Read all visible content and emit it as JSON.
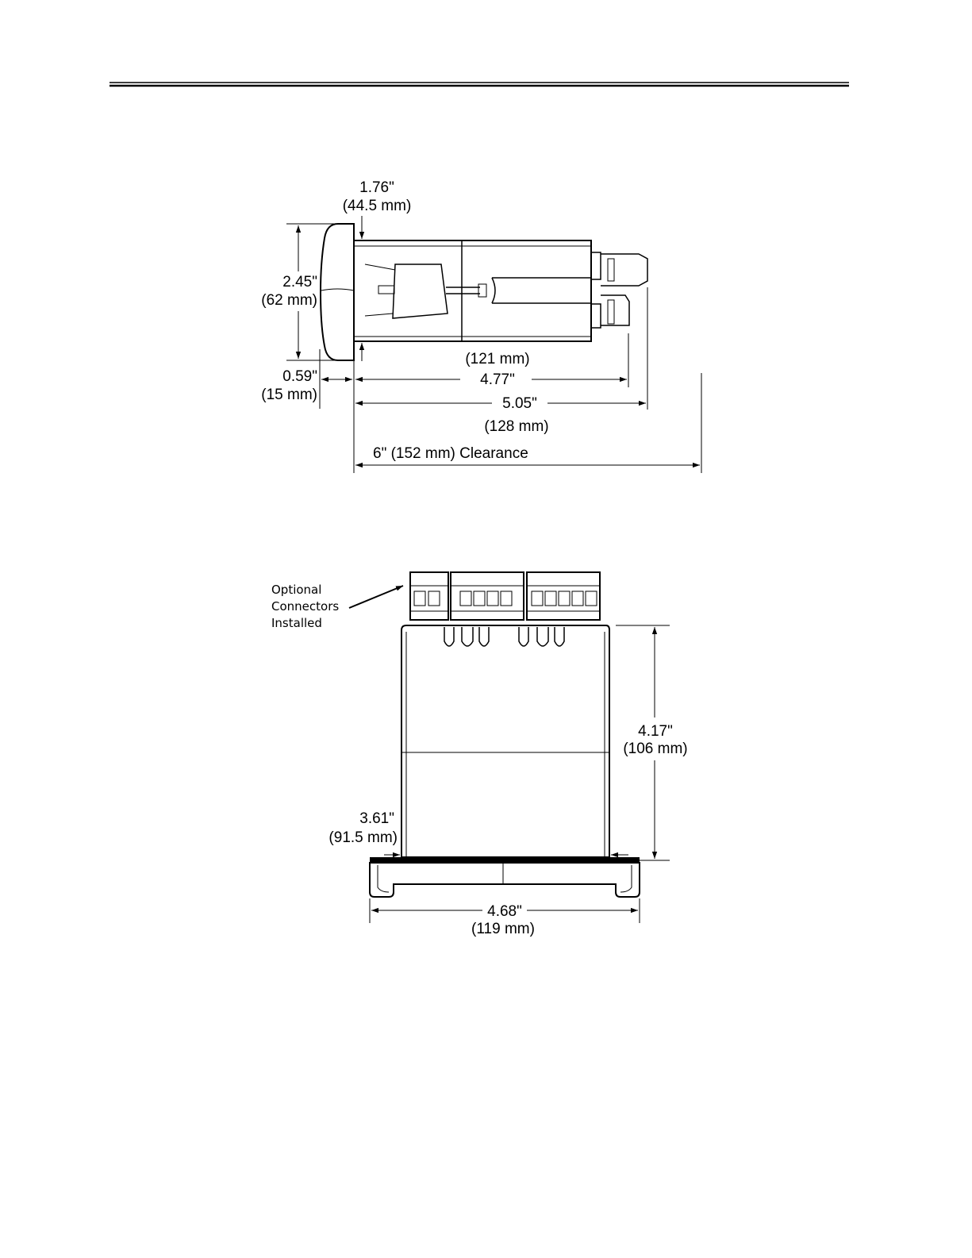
{
  "side_view": {
    "top_depth_inch": "1.76\"",
    "top_depth_mm": "(44.5 mm)",
    "height_inch": "2.45\"",
    "height_mm": "(62 mm)",
    "bezel_inch": "0.59\"",
    "bezel_mm": "(15 mm)",
    "body_mm": "(121 mm)",
    "body_inch": "4.77\"",
    "overall_inch": "5.05\"",
    "overall_mm": "(128 mm)",
    "clearance": "6\" (152 mm) Clearance"
  },
  "top_view": {
    "note_line1": "Optional",
    "note_line2": "Connectors",
    "note_line3": "Installed",
    "depth_inch": "4.17\"",
    "depth_mm": "(106 mm)",
    "cutout_inch": "3.61\"",
    "cutout_mm": "(91.5 mm)",
    "width_inch": "4.68\"",
    "width_mm": "(119 mm)"
  }
}
